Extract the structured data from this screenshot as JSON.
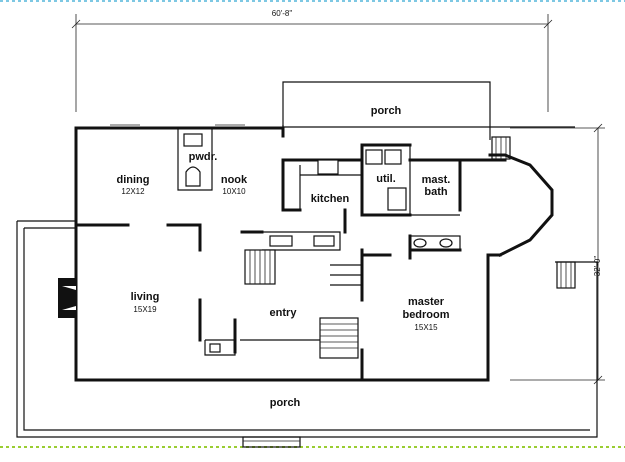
{
  "border_colors": {
    "top": "#7ec8e3",
    "bottom": "#9acd32",
    "ink": "#111111"
  },
  "dimensions": {
    "overall_width": "60'-8\"",
    "overall_depth": "32'-0\""
  },
  "rooms": {
    "porch_rear": {
      "name": "porch"
    },
    "pwdr": {
      "name": "pwdr."
    },
    "dining": {
      "name": "dining",
      "size": "12X12"
    },
    "nook": {
      "name": "nook",
      "size": "10X10"
    },
    "kitchen": {
      "name": "kitchen"
    },
    "util": {
      "name": "util."
    },
    "mast_bath": {
      "name": "mast. bath"
    },
    "living": {
      "name": "living",
      "size": "15X19"
    },
    "entry": {
      "name": "entry"
    },
    "master_bedroom": {
      "name": "master bedroom",
      "size": "15X15"
    },
    "porch_front": {
      "name": "porch"
    }
  }
}
